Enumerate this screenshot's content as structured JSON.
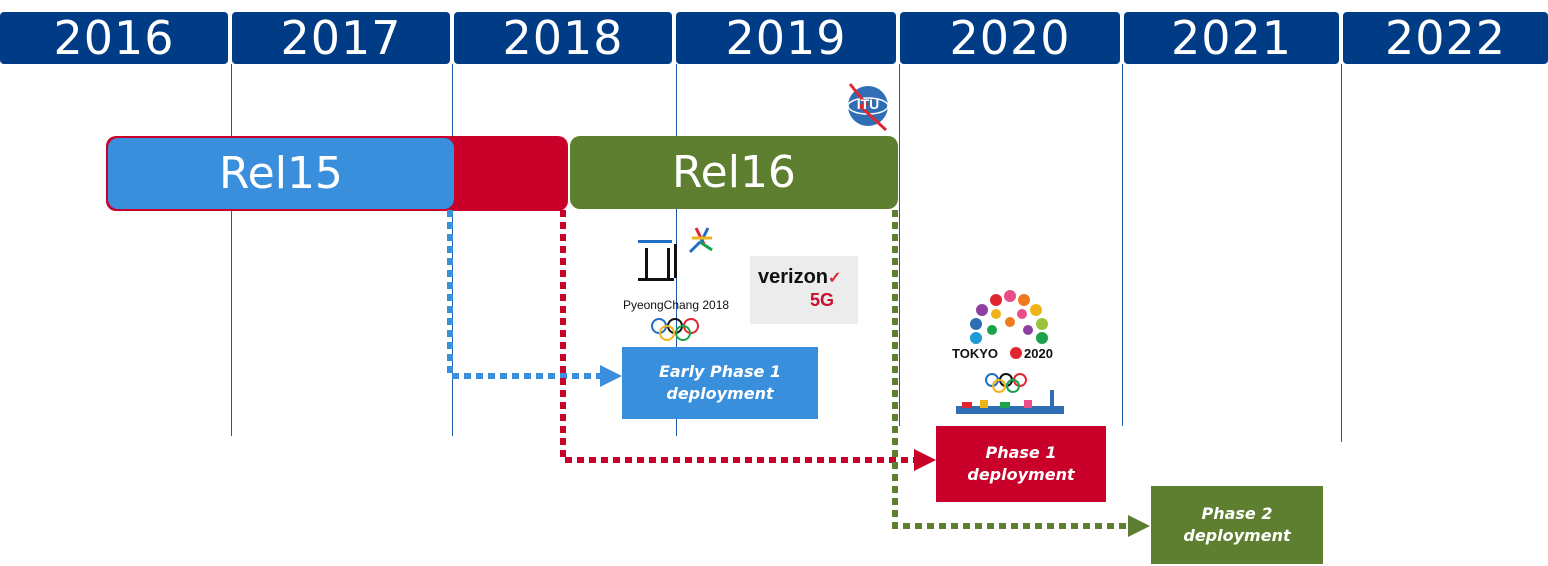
{
  "timeline": {
    "years": [
      "2016",
      "2017",
      "2018",
      "2019",
      "2020",
      "2021",
      "2022"
    ]
  },
  "releases": [
    {
      "label": "Rel15",
      "color": "#3a8fdc",
      "band_color": "#c8002a"
    },
    {
      "label": "Rel16",
      "color": "#5d7f2f"
    }
  ],
  "deployments": {
    "early_phase1": {
      "line1": "Early  Phase 1",
      "line2": "deployment",
      "color": "#3a8fdc"
    },
    "phase1": {
      "line1": "Phase 1",
      "line2": "deployment",
      "color": "#c8002a"
    },
    "phase2": {
      "line1": "Phase 2",
      "line2": "deployment",
      "color": "#5d7f2f"
    }
  },
  "logos": {
    "itu": "ITU",
    "pyeongchang": "PyeongChang 2018",
    "verizon_brand": "verizon",
    "verizon_check": "✓",
    "verizon_5g": "5G",
    "tokyo_left": "TOKYO",
    "tokyo_right": "2020"
  },
  "colors": {
    "year_bg": "#003b85",
    "gridline": "#1f5aa6"
  }
}
